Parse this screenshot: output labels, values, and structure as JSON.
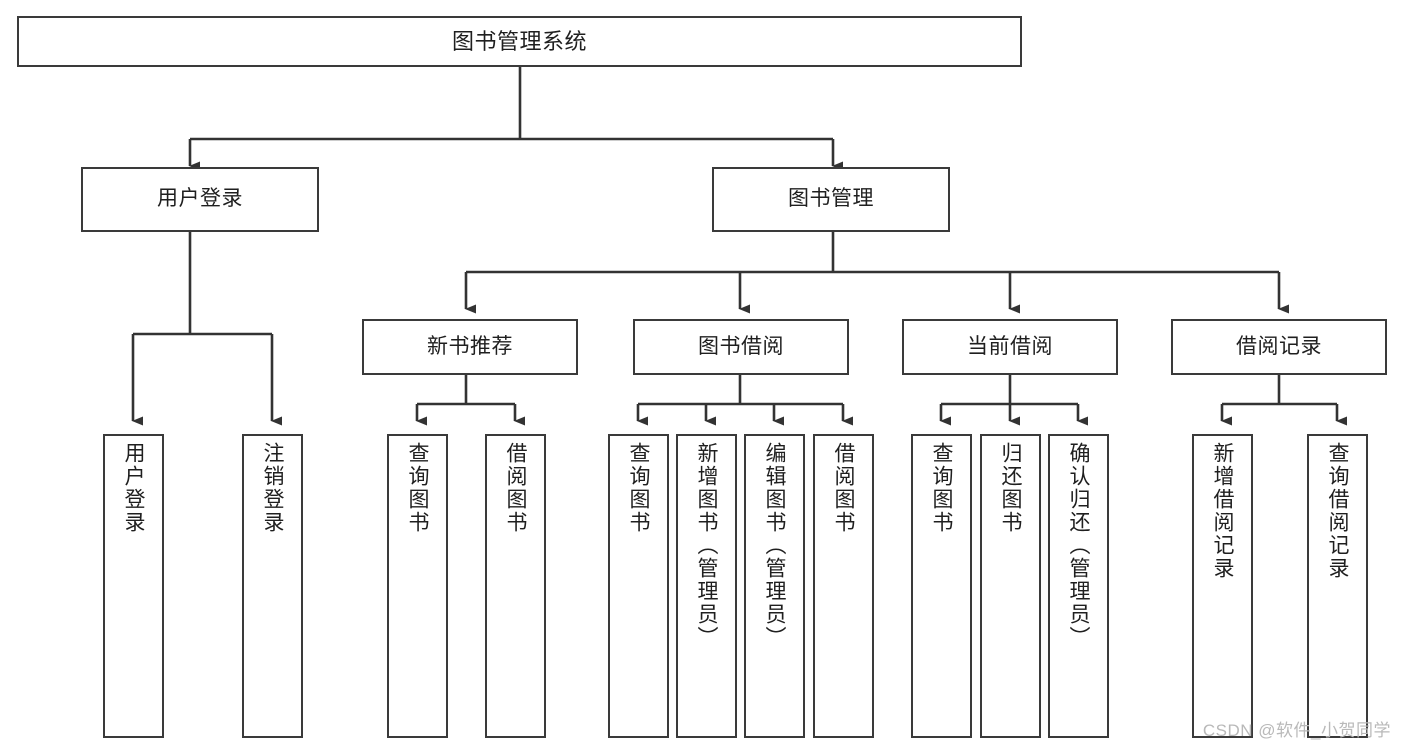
{
  "diagram": {
    "title": "图书管理系统",
    "type": "tree-hierarchy-chart",
    "colors": {
      "box_border": "#3a3a3a",
      "box_fill": "#ffffff",
      "line": "#333333",
      "text": "#1f1f1f",
      "watermark": "#b9b9b9",
      "background": "#ffffff"
    },
    "root": {
      "label": "图书管理系统"
    },
    "level2": [
      {
        "label": "用户登录"
      },
      {
        "label": "图书管理"
      }
    ],
    "level3": [
      {
        "label": "新书推荐"
      },
      {
        "label": "图书借阅"
      },
      {
        "label": "当前借阅"
      },
      {
        "label": "借阅记录"
      }
    ],
    "leaves": {
      "user_login": [
        {
          "label": "用户登录"
        },
        {
          "label": "注销登录"
        }
      ],
      "new_book_recommend": [
        {
          "label": "查询图书"
        },
        {
          "label": "借阅图书"
        }
      ],
      "book_borrow": [
        {
          "label": "查询图书"
        },
        {
          "label": "新增图书（管理员）"
        },
        {
          "label": "编辑图书（管理员）"
        },
        {
          "label": "借阅图书"
        }
      ],
      "current_borrow": [
        {
          "label": "查询图书"
        },
        {
          "label": "归还图书"
        },
        {
          "label": "确认归还（管理员）"
        }
      ],
      "borrow_record": [
        {
          "label": "新增借阅记录"
        },
        {
          "label": "查询借阅记录"
        }
      ]
    }
  },
  "watermark": {
    "text": "CSDN @软件_小贺同学"
  }
}
